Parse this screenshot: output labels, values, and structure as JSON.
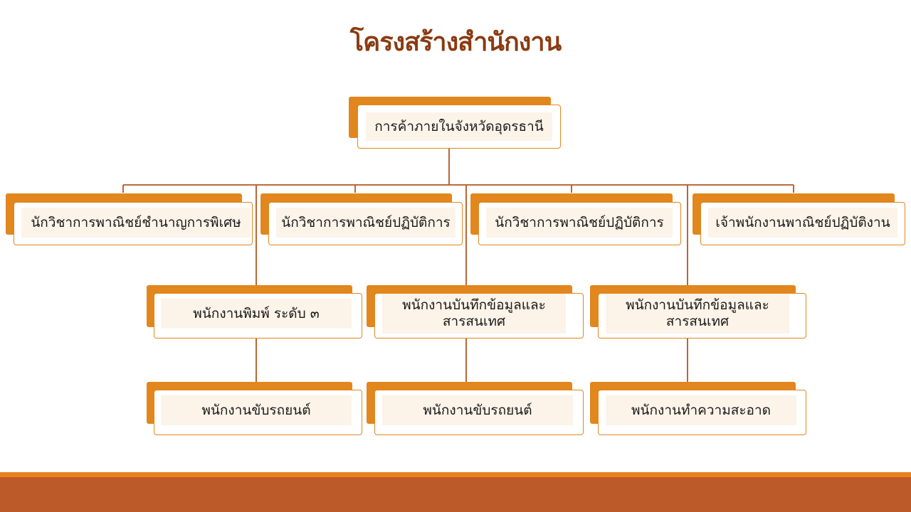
{
  "title": "โครงสร้างสำนักงาน",
  "colors": {
    "title": "#8a3b12",
    "box_back": "#e2861e",
    "box_border": "#e2861e",
    "label_bg": "#fcf3e9",
    "connector": "#b5561e",
    "footer": "#bd5a2a",
    "footer_line": "#e8821e"
  },
  "org": {
    "head": "การค้าภายในจังหวัดอุดรธานี",
    "level1": [
      "นักวิชาการพาณิชย์ชำนาญการพิเศษ",
      "นักวิชาการพาณิชย์ปฏิบัติการ",
      "นักวิชาการพาณิชย์ปฏิบัติการ",
      "เจ้าพนักงานพาณิชย์ปฏิบัติงาน"
    ],
    "level2": [
      "พนักงานพิมพ์ ระดับ ๓",
      "พนักงานบันทึกข้อมูลและสารสนเทศ",
      "พนักงานบันทึกข้อมูลและสารสนเทศ"
    ],
    "level3": [
      "พนักงานขับรถยนต์",
      "พนักงานขับรถยนต์",
      "พนักงานทำความสะอาด"
    ]
  }
}
